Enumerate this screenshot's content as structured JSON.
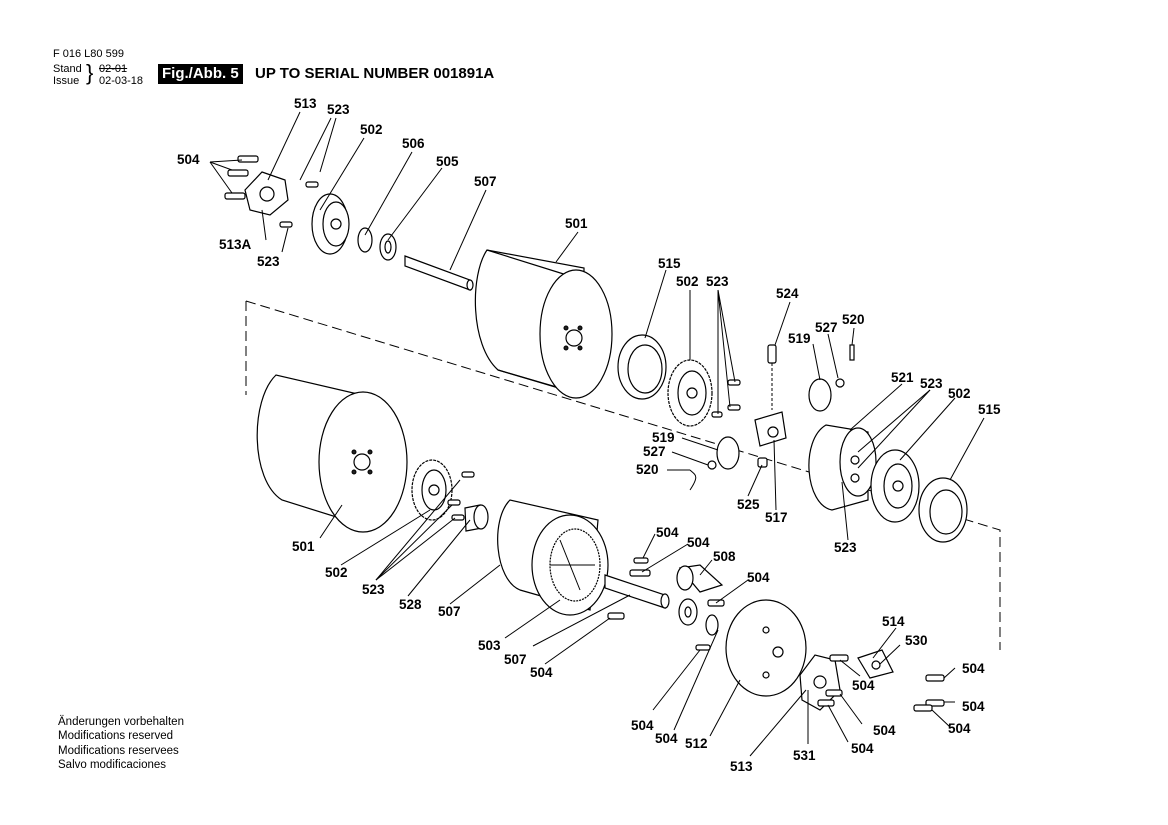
{
  "header": {
    "doc_number": "F 016 L80 599",
    "stand_label": "Stand",
    "issue_label": "Issue",
    "old_date": "02-01",
    "issue_date": "02-03-18",
    "fig_badge": "Fig./Abb. 5",
    "fig_title": "UP TO SERIAL NUMBER 001891A"
  },
  "notes": [
    "Änderungen vorbehalten",
    "Modifications reserved",
    "Modifications reservees",
    "Salvo modificaciones"
  ],
  "labels": [
    "513",
    "523",
    "502",
    "506",
    "505",
    "504",
    "507",
    "513A",
    "523",
    "501",
    "515",
    "502",
    "523",
    "524",
    "527",
    "520",
    "519",
    "521",
    "523",
    "502",
    "515",
    "519",
    "527",
    "520",
    "525",
    "517",
    "523",
    "501",
    "502",
    "523",
    "528",
    "507",
    "504",
    "504",
    "508",
    "504",
    "503",
    "507",
    "504",
    "514",
    "530",
    "504",
    "504",
    "504",
    "504",
    "504",
    "504",
    "512",
    "513",
    "531",
    "504",
    "504"
  ]
}
